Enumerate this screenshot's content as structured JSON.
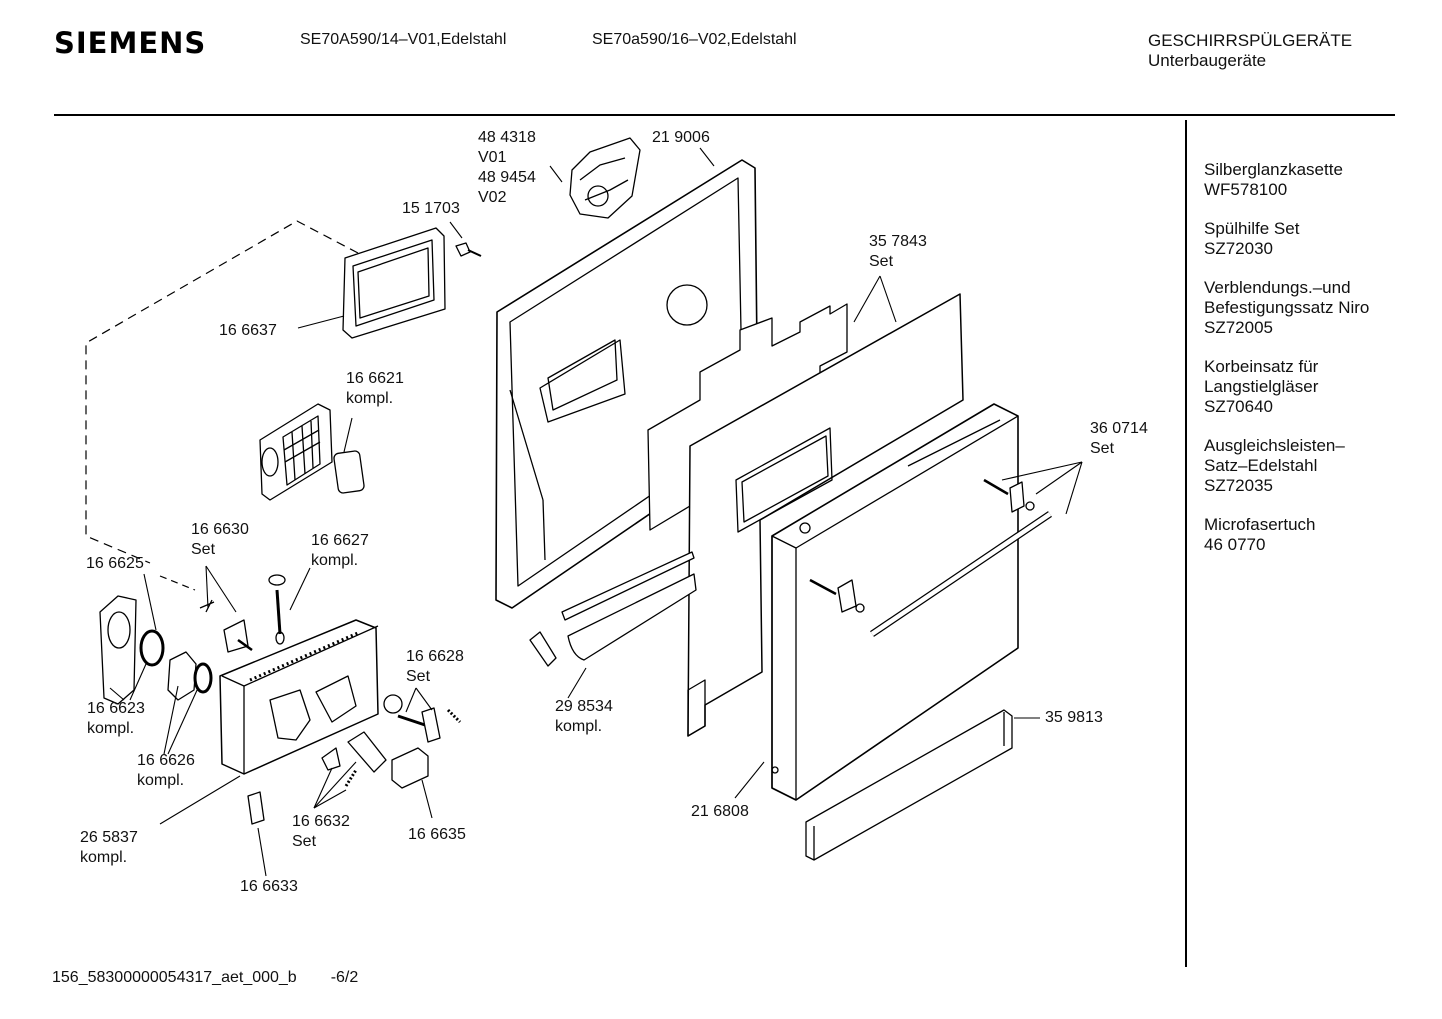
{
  "header": {
    "brand": "SIEMENS",
    "model_1": "SE70A590/14–V01,Edelstahl",
    "model_2": "SE70a590/16–V02,Edelstahl",
    "category_1": "GESCHIRRSPÜLGERÄTE",
    "category_2": "Unterbaugeräte"
  },
  "accessories": [
    {
      "lines": [
        "Silberglanzkasette",
        "WF578100"
      ]
    },
    {
      "lines": [
        "Spülhilfe Set",
        "SZ72030"
      ]
    },
    {
      "lines": [
        "Verblendungs.–und",
        "Befestigungssatz Niro",
        "SZ72005"
      ]
    },
    {
      "lines": [
        "Korbeinsatz für",
        "Langstielgläser",
        "SZ70640"
      ]
    },
    {
      "lines": [
        "Ausgleichsleisten–",
        "Satz–Edelstahl",
        "SZ72035"
      ]
    },
    {
      "lines": [
        "Microfasertuch",
        "46 0770"
      ]
    }
  ],
  "parts": [
    {
      "id": "p484318",
      "lines": [
        "48 4318",
        "V01",
        "48 9454",
        "V02"
      ]
    },
    {
      "id": "p219006",
      "lines": [
        "21 9006"
      ]
    },
    {
      "id": "p151703",
      "lines": [
        "15 1703"
      ]
    },
    {
      "id": "p166637",
      "lines": [
        "16 6637"
      ]
    },
    {
      "id": "p357843",
      "lines": [
        "35 7843",
        "Set"
      ]
    },
    {
      "id": "p166621",
      "lines": [
        "16 6621",
        "kompl."
      ]
    },
    {
      "id": "p360714",
      "lines": [
        "36 0714",
        "Set"
      ]
    },
    {
      "id": "p166630",
      "lines": [
        "16 6630",
        "Set"
      ]
    },
    {
      "id": "p166627",
      "lines": [
        "16 6627",
        "kompl."
      ]
    },
    {
      "id": "p166625",
      "lines": [
        "16 6625"
      ]
    },
    {
      "id": "p166628",
      "lines": [
        "16 6628",
        "Set"
      ]
    },
    {
      "id": "p166623",
      "lines": [
        "16 6623",
        "kompl."
      ]
    },
    {
      "id": "p298534",
      "lines": [
        "29 8534",
        "kompl."
      ]
    },
    {
      "id": "p359813",
      "lines": [
        "35 9813"
      ]
    },
    {
      "id": "p166626",
      "lines": [
        "16 6626",
        "kompl."
      ]
    },
    {
      "id": "p216808",
      "lines": [
        "21 6808"
      ]
    },
    {
      "id": "p265837",
      "lines": [
        "26 5837",
        "kompl."
      ]
    },
    {
      "id": "p166632",
      "lines": [
        "16 6632",
        "Set"
      ]
    },
    {
      "id": "p166635",
      "lines": [
        "16 6635"
      ]
    },
    {
      "id": "p166633",
      "lines": [
        "16 6633"
      ]
    }
  ],
  "footer": {
    "code": "156_58300000054317_aet_000_b",
    "page": "-6/2"
  }
}
